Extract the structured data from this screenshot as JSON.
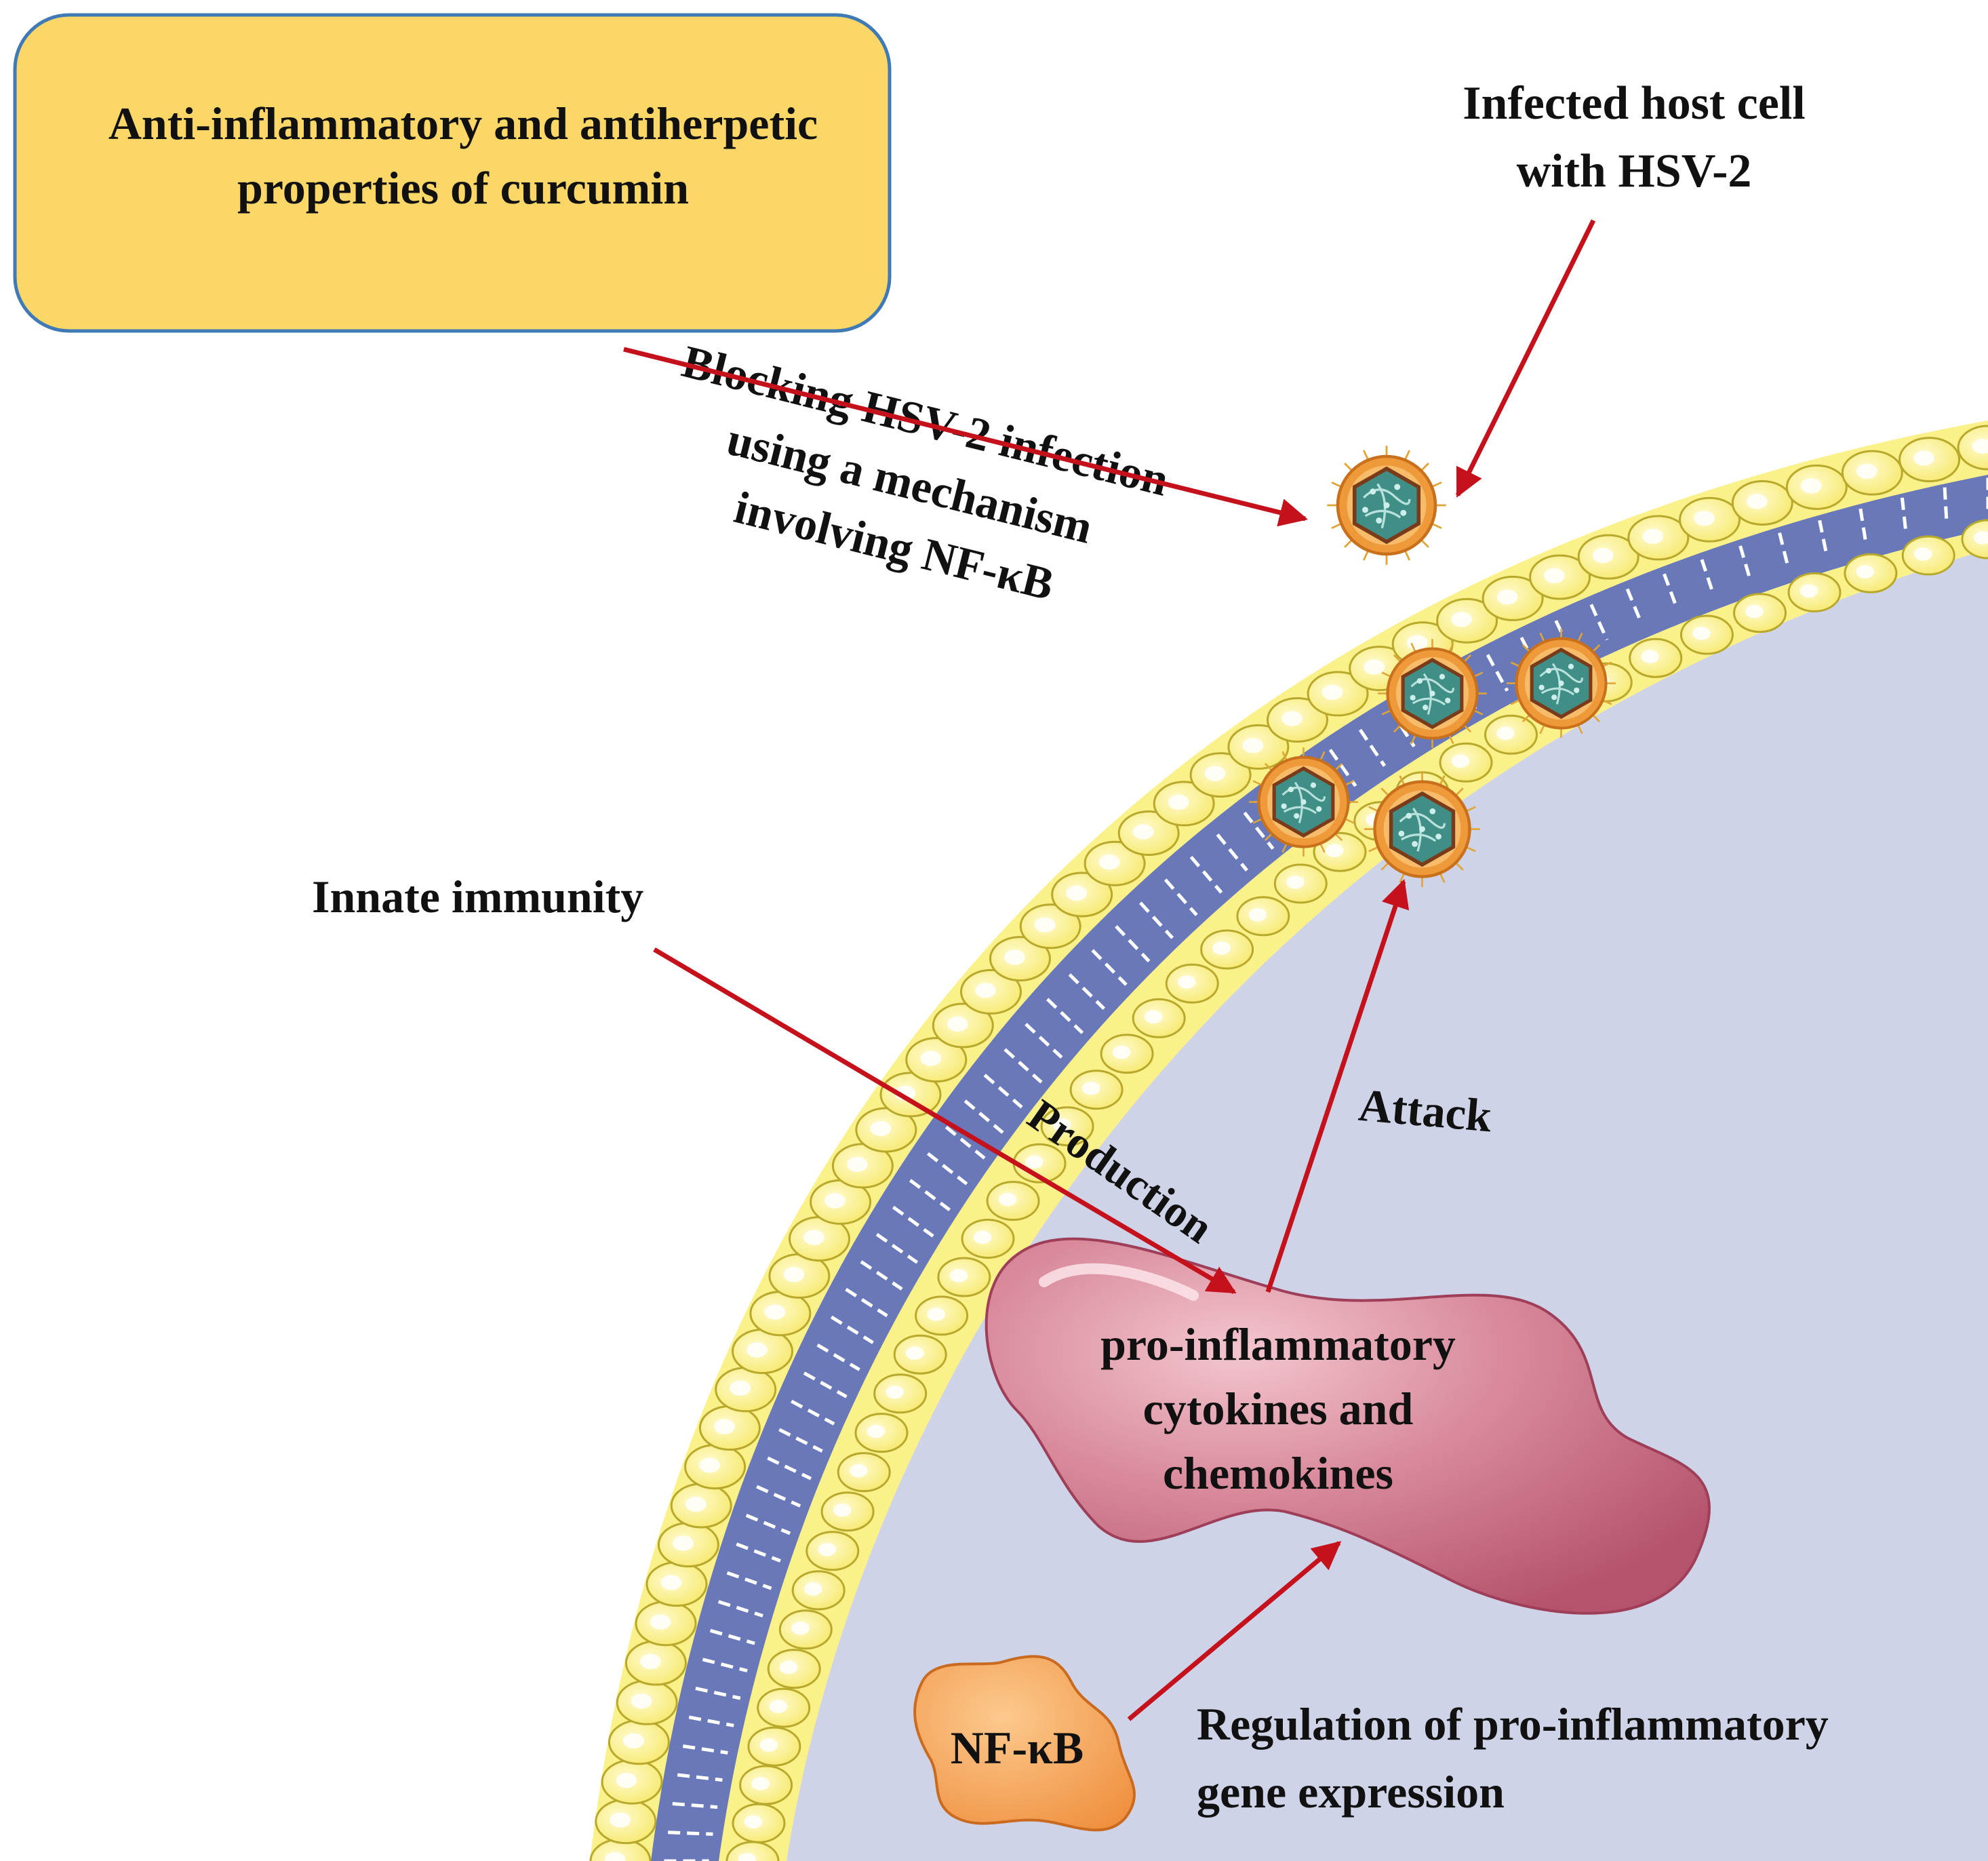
{
  "title_box": {
    "line1": "Anti-inflammatory and antiherpetic",
    "line2": "properties of curcumin"
  },
  "labels": {
    "infected_cell_line1": "Infected host cell",
    "infected_cell_line2": "with HSV-2",
    "blocking_line1": "Blocking HSV-2 infection",
    "blocking_line2": "using a mechanism",
    "blocking_line3": "involving NF-κB",
    "innate_immunity": "Innate immunity",
    "production": "Production",
    "attack": "Attack",
    "cytokines_line1": "pro-inflammatory",
    "cytokines_line2": "cytokines and",
    "cytokines_line3": "chemokines",
    "nfkb": "NF-κB",
    "regulation_line1": "Regulation of pro-inflammatory",
    "regulation_line2": "gene expression"
  },
  "colors": {
    "title_box_fill": "#fbd767",
    "title_box_border": "#3f79b6",
    "arrow": "#c4111b",
    "cytoplasm": "#cfd3e8",
    "membrane_band": "#6878b8",
    "lipid_head": "#fbf18a",
    "cytokine_fill": "#cf7b8f",
    "nfkb_fill": "#f6a65b",
    "virus_envelope": "#ee9a3a",
    "virus_capsid": "#3f8f86"
  }
}
